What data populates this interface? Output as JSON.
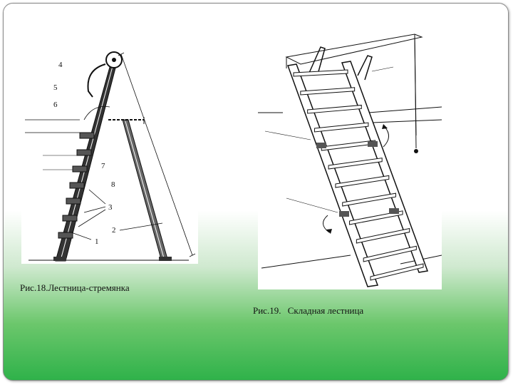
{
  "figure18": {
    "caption": "Рис.18.Лестница-стремянка",
    "callouts": [
      "1",
      "2",
      "3",
      "4",
      "5",
      "6",
      "7",
      "8"
    ]
  },
  "figure19": {
    "caption_prefix": "Рис.19.",
    "caption_text": "Складная лестница"
  }
}
